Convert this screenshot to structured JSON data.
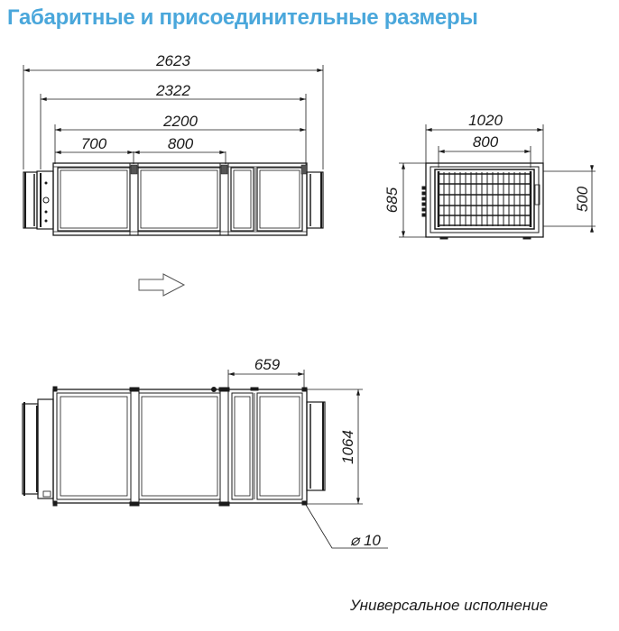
{
  "header": {
    "title": "Габаритные и присоединительные размеры"
  },
  "drawing": {
    "side_view": {
      "dimensions": {
        "overall_length": "2623",
        "body_with_flange": "2322",
        "body_length": "2200",
        "section_1": "700",
        "section_2": "800"
      }
    },
    "front_view": {
      "dimensions": {
        "width": "1020",
        "inner_width": "800",
        "height": "685",
        "inner_height": "500"
      }
    },
    "airflow_direction": "arrow-right",
    "top_view": {
      "dimensions": {
        "section_length": "659",
        "depth": "1064",
        "hole_diameter": "⌀ 10"
      }
    }
  },
  "footer": {
    "caption": "Универсальное исполнение"
  },
  "colors": {
    "title": "#4aa7db",
    "lines": "#1a1a1a"
  }
}
